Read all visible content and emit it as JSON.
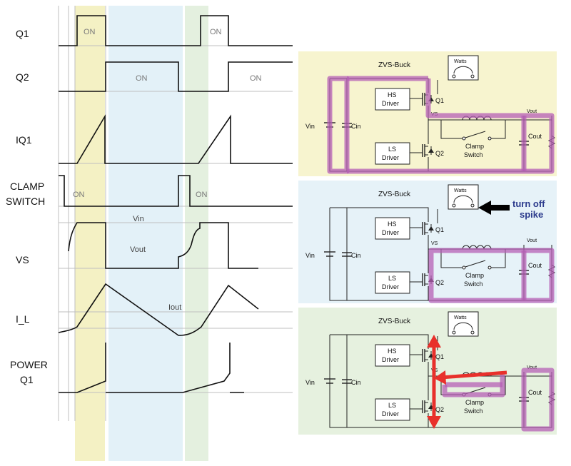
{
  "signals": [
    {
      "id": "q1",
      "label_lines": [
        "Q1"
      ]
    },
    {
      "id": "q2",
      "label_lines": [
        "Q2"
      ]
    },
    {
      "id": "iq1",
      "label_lines": [
        "IQ1"
      ]
    },
    {
      "id": "clamp",
      "label_lines": [
        "CLAMP",
        "SWITCH"
      ]
    },
    {
      "id": "vs",
      "label_lines": [
        "VS"
      ]
    },
    {
      "id": "il",
      "label_lines": [
        "I_L"
      ]
    },
    {
      "id": "power",
      "label_lines": [
        "POWER",
        "Q1"
      ]
    }
  ],
  "waveform_annotations": {
    "q1_on_1": "ON",
    "q1_on_2": "ON",
    "q2_on_1": "ON",
    "q2_on_2": "ON",
    "clamp_on_1": "ON",
    "clamp_on_2": "ON",
    "vin": "Vin",
    "vout": "Vout",
    "iout": "Iout"
  },
  "phase_colors": {
    "phase1": "#f4f1c4",
    "phase2": "#e3f1f8",
    "phase3": "#e4f0df"
  },
  "panel_colors": {
    "panel1": "#f7f4cf",
    "panel2": "#e6f2f8",
    "panel3": "#e6f1df",
    "highlight": "#b55fb5",
    "arrow": "#e8302b"
  },
  "circuits": [
    {
      "title": "ZVS-Buck",
      "hs_driver": [
        "HS",
        "Driver"
      ],
      "ls_driver": [
        "LS",
        "Driver"
      ],
      "q1": "Q1",
      "q2": "Q2",
      "vin": "Vin",
      "cin": "Cin",
      "vs": "VS",
      "vout": "Vout",
      "cout": "Cout",
      "clamp": [
        "Clamp",
        "Switch"
      ],
      "meter": "Watts"
    },
    {
      "title": "ZVS-Buck",
      "hs_driver": [
        "HS",
        "Driver"
      ],
      "ls_driver": [
        "LS",
        "Driver"
      ],
      "q1": "Q1",
      "q2": "Q2",
      "vin": "Vin",
      "cin": "Cin",
      "vs": "VS",
      "vout": "Vout",
      "cout": "Cout",
      "clamp": [
        "Clamp",
        "Switch"
      ],
      "meter": "Watts",
      "callout": [
        "turn off",
        "spike"
      ]
    },
    {
      "title": "ZVS-Buck",
      "hs_driver": [
        "HS",
        "Driver"
      ],
      "ls_driver": [
        "LS",
        "Driver"
      ],
      "q1": "Q1",
      "q2": "Q2",
      "vin": "Vin",
      "cin": "Cin",
      "vs": "VS",
      "vout": "Vout",
      "cout": "Cout",
      "clamp": [
        "Clamp",
        "Switch"
      ],
      "meter": "Watts"
    }
  ]
}
